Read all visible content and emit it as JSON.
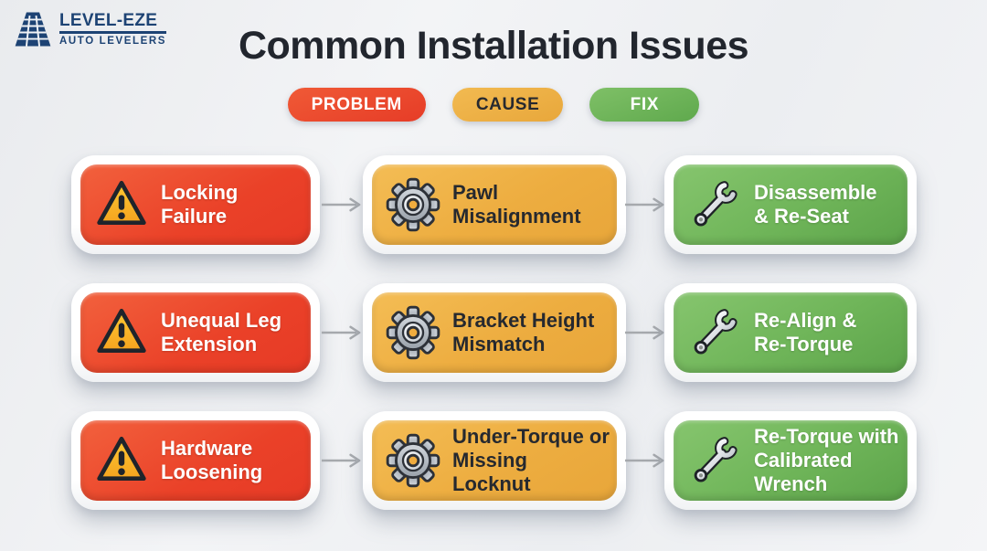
{
  "brand": {
    "name": "LEVEL-EZE",
    "tagline": "AUTO LEVELERS",
    "color": "#1d4374"
  },
  "header": {
    "title": "Common Installation Issues"
  },
  "legend": {
    "problem": "PROBLEM",
    "cause": "CAUSE",
    "fix": "FIX"
  },
  "colors": {
    "problem": "#e8432c",
    "cause": "#ecae41",
    "fix": "#6cb456",
    "background": "#edeff2",
    "title_text": "#22262e",
    "arrow": "#a6a9ad",
    "logo_navy": "#1d4374"
  },
  "icons": {
    "problem": "warning-triangle-icon",
    "cause": "gear-icon",
    "fix": "wrench-icon"
  },
  "rows": [
    {
      "problem": "Locking\nFailure",
      "cause": "Pawl\nMisalignment",
      "fix": "Disassemble\n& Re-Seat"
    },
    {
      "problem": "Unequal Leg\nExtension",
      "cause": "Bracket Height\nMismatch",
      "fix": "Re-Align &\nRe-Torque"
    },
    {
      "problem": "Hardware\nLoosening",
      "cause": "Under-Torque or\nMissing Locknut",
      "fix": "Re-Torque with\nCalibrated\nWrench"
    }
  ]
}
